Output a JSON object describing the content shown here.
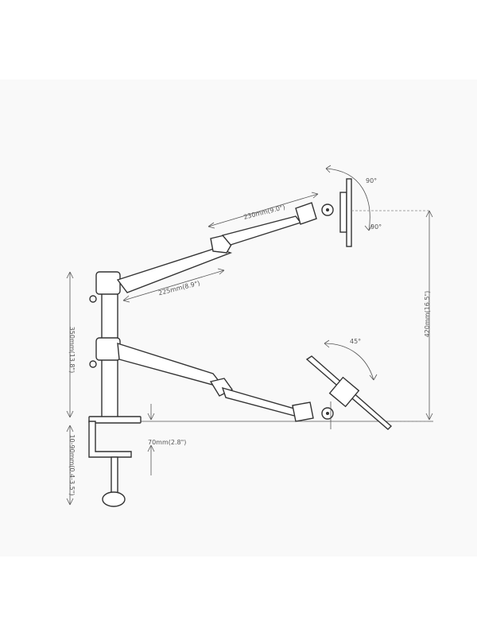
{
  "dimensions": {
    "upper_arm_length": "230mm(9.0\")",
    "lower_arm_length": "225mm(8.9\")",
    "pole_segment_height": "350mm(13.8\")",
    "total_vertical_reach": "420mm(16.5\")",
    "desk_offset": "70mm(2.8\")",
    "clamp_range": "10-90mm(0.4-3.5\")",
    "tilt_up": "90°",
    "tilt_down": "90°",
    "tray_tilt": "45°"
  }
}
